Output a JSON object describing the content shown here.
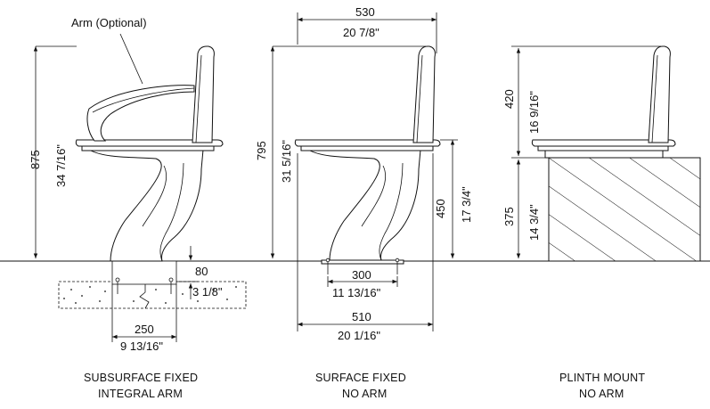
{
  "annotations": {
    "arm_optional": "Arm (Optional)"
  },
  "subsurface": {
    "height_mm": "875",
    "height_in": "34 7/16\"",
    "depth_mm": "80",
    "depth_in": "3 1/8\"",
    "base_mm": "250",
    "base_in": "9 13/16\"",
    "caption_line1": "SUBSURFACE FIXED",
    "caption_line2": "INTEGRAL ARM"
  },
  "surface": {
    "width_top_mm": "530",
    "width_top_in": "20 7/8\"",
    "height_mm": "795",
    "height_in": "31 5/16\"",
    "seat_height_mm": "450",
    "seat_height_in": "17 3/4\"",
    "bolt_span_mm": "300",
    "bolt_span_in": "11 13/16\"",
    "base_width_mm": "510",
    "base_width_in": "20 1/16\"",
    "caption_line1": "SURFACE FIXED",
    "caption_line2": "NO ARM"
  },
  "plinth": {
    "back_height_mm": "420",
    "back_height_in": "16 9/16\"",
    "plinth_height_mm": "375",
    "plinth_height_in": "14 3/4\"",
    "caption_line1": "PLINTH MOUNT",
    "caption_line2": "NO ARM"
  }
}
